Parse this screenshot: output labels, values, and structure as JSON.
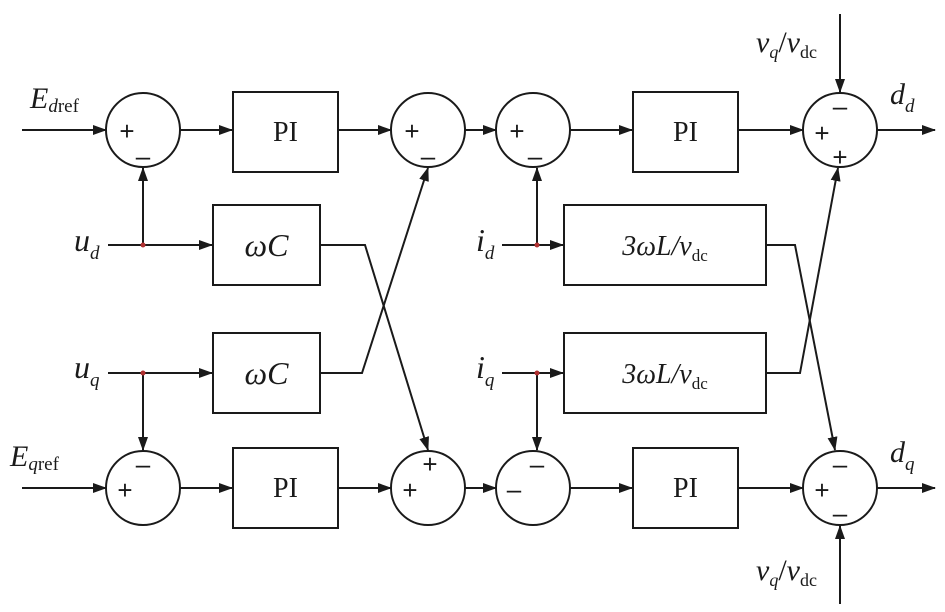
{
  "blocks": {
    "pi_d1": "PI",
    "pi_d2": "PI",
    "pi_q1": "PI",
    "pi_q2": "PI",
    "wc_d": "ωC",
    "wc_q": "ωC",
    "wl_d_main": "3ωL/v",
    "wl_d_sub": "dc",
    "wl_q_main": "3ωL/v",
    "wl_q_sub": "dc"
  },
  "inputs": {
    "e_dref": {
      "main": "E",
      "sub1": "d",
      "sub2": "ref"
    },
    "e_qref": {
      "main": "E",
      "sub1": "q",
      "sub2": "ref"
    },
    "u_d": {
      "main": "u",
      "sub": "d"
    },
    "u_q": {
      "main": "u",
      "sub": "q"
    },
    "i_d": {
      "main": "i",
      "sub": "d"
    },
    "i_q": {
      "main": "i",
      "sub": "q"
    },
    "ff_top": {
      "a": "v",
      "a_sub": "q",
      "slash": "/",
      "b": "v",
      "b_sub": "dc"
    },
    "ff_bottom": {
      "a": "v",
      "a_sub": "q",
      "slash": "/",
      "b": "v",
      "b_sub": "dc"
    }
  },
  "outputs": {
    "d_d": {
      "main": "d",
      "sub": "d"
    },
    "d_q": {
      "main": "d",
      "sub": "q"
    }
  },
  "signs": {
    "plus": "+",
    "minus": "–"
  }
}
